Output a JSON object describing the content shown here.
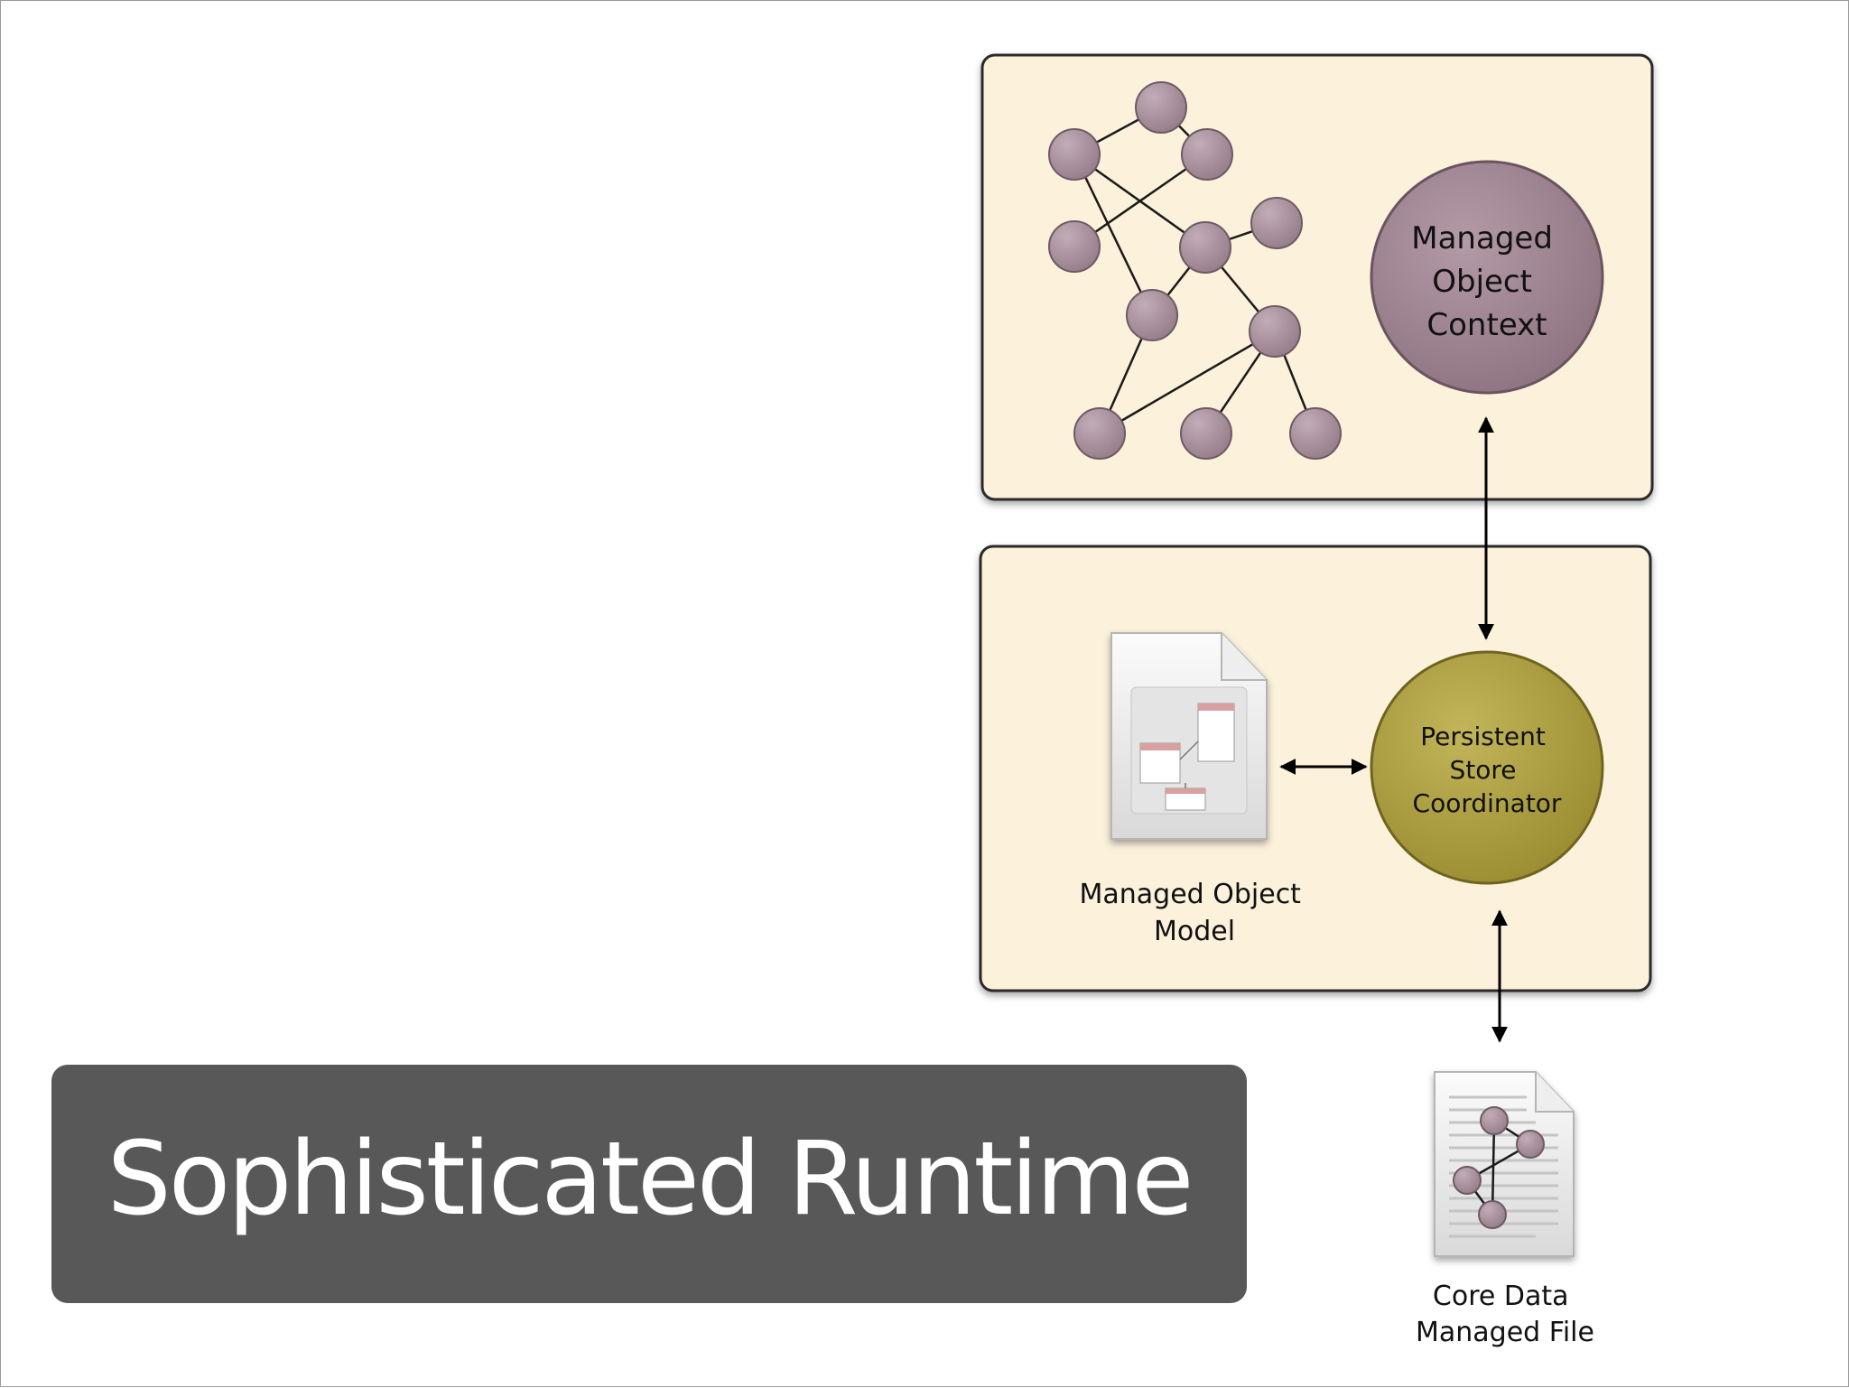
{
  "slide": {
    "title": "Sophisticated Runtime"
  },
  "diagram": {
    "managed_object_context": {
      "label_lines": [
        "Managed",
        "Object",
        "Context"
      ],
      "color": "#9b7f8c"
    },
    "persistent_store_coordinator": {
      "label_lines": [
        "Persistent",
        "Store",
        "Coordinator"
      ],
      "color": "#a89a3a"
    },
    "managed_object_model": {
      "caption_lines": [
        "Managed Object",
        "Model"
      ]
    },
    "core_data_file": {
      "caption_lines": [
        "Core Data",
        "Managed File"
      ]
    },
    "object_graph": {
      "node_color": "#a48d98"
    },
    "panel_color": "#fcf1db"
  }
}
